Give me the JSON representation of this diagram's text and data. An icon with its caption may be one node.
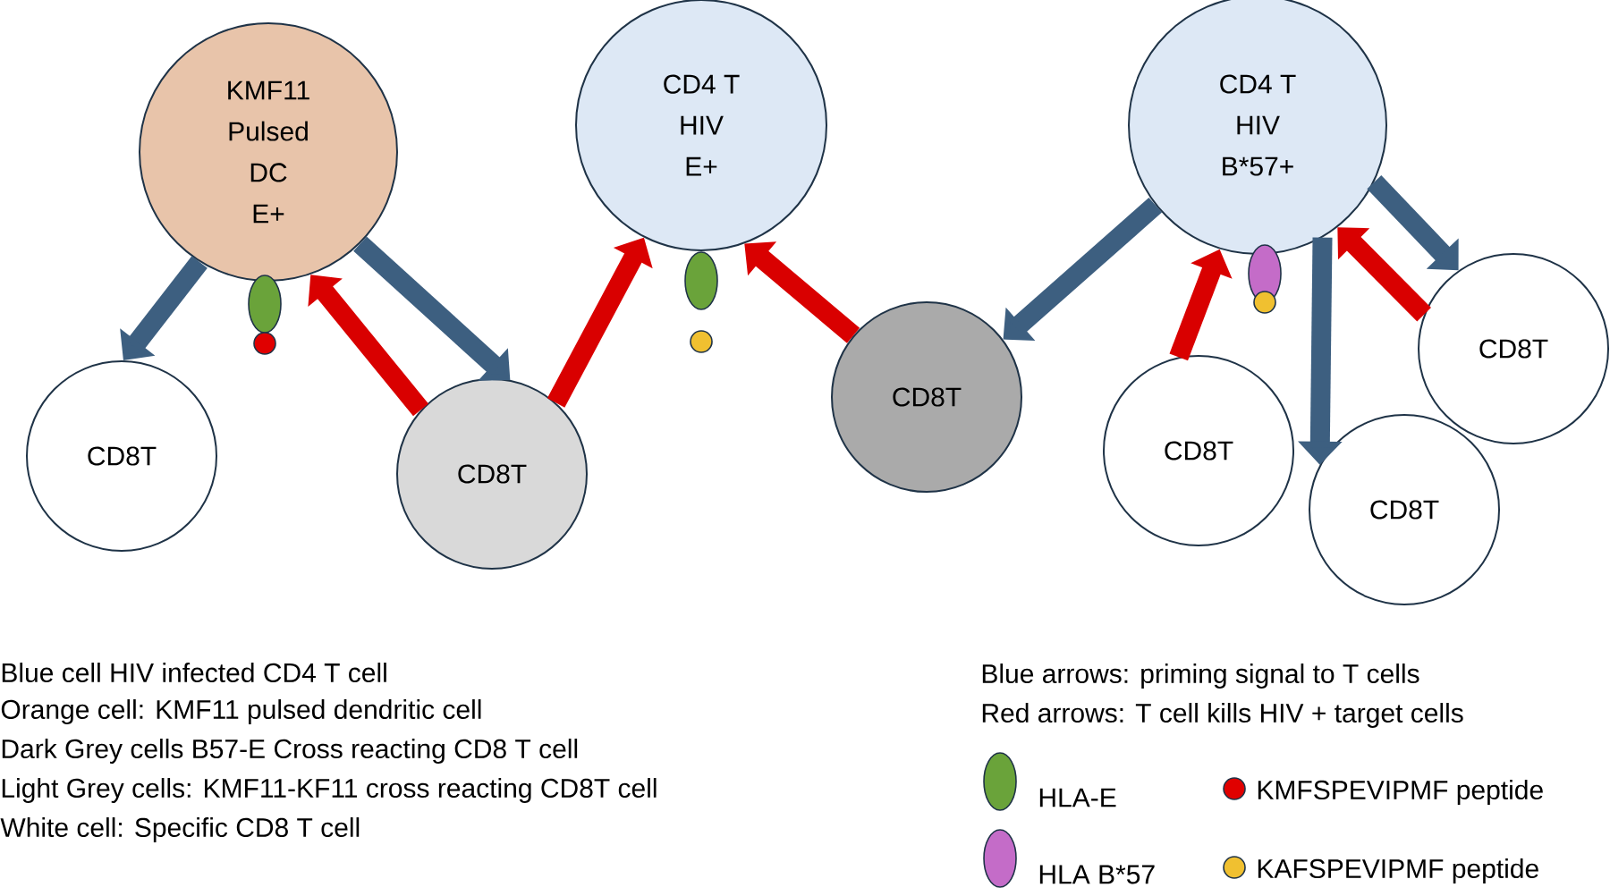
{
  "diagram": {
    "nodes": [
      {
        "text": [
          "KMF11 Pulsed DC E+"
        ]
      },
      {
        "text": [
          "CD4 T HIV E+"
        ]
      },
      {
        "text": [
          "CD4 T HIV B*57+"
        ]
      },
      {
        "text": [
          "CD8T"
        ]
      },
      {
        "text": [
          "CD8T"
        ]
      },
      {
        "text": [
          "CD8T"
        ]
      },
      {
        "text": [
          "CD8T"
        ]
      },
      {
        "text": [
          "CD8T"
        ]
      },
      {
        "text": [
          "CD8T"
        ]
      }
    ],
    "edges": [
      {
        "from": 0,
        "to": 3,
        "arrow": "to",
        "color": "#3d5f80"
      },
      {
        "from": 0,
        "to": 4,
        "arrow": "to",
        "color": "#3d5f80"
      },
      {
        "from": 4,
        "to": 0,
        "arrow": "to",
        "color": "#d90000"
      },
      {
        "from": 4,
        "to": 1,
        "arrow": "to",
        "color": "#d90000"
      },
      {
        "from": 5,
        "to": 1,
        "arrow": "to",
        "color": "#d90000"
      },
      {
        "from": 2,
        "to": 5,
        "arrow": "to",
        "color": "#3d5f80"
      },
      {
        "from": 6,
        "to": 2,
        "arrow": "to",
        "color": "#d90000"
      },
      {
        "from": 2,
        "to": 7,
        "arrow": "to",
        "color": "#3d5f80"
      },
      {
        "from": 8,
        "to": 2,
        "arrow": "to",
        "color": "#d90000"
      },
      {
        "from": 2,
        "to": 8,
        "arrow": "to",
        "color": "#3d5f80"
      }
    ],
    "labels": [
      "Blue cell HIV infected CD4 T cell",
      "Orange cell: KMF11 pulsed dendritic cell",
      "Dark Grey cells B57-E Cross reacting CD8 T cell",
      "Light Grey cells: KMF11-KF11 cross reacting CD8T cell",
      "White cell: Specific CD8 T cell",
      "Blue arrows: priming signal to T cells",
      "Red arrows: T cell kills HIV + target cells"
    ],
    "legend": [
      {
        "text": "HLA-E",
        "color": "#6aa33a"
      },
      {
        "text": "HLA B*57",
        "color": "#c46cc8"
      },
      {
        "text": "KMFSPEVIPMF peptide",
        "color": "#e00000"
      },
      {
        "text": "KAFSPEVIPMF peptide",
        "color": "#f0c030"
      }
    ]
  }
}
